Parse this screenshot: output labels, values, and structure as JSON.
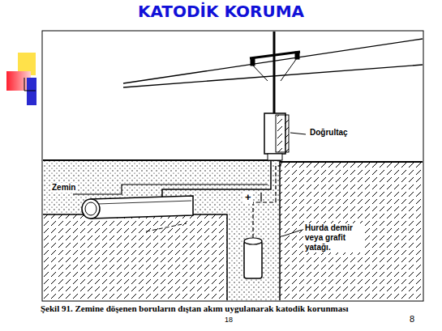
{
  "diagram": {
    "title": "KATODİK KORUMA",
    "caption": "Şekil 91. Zemine döşenen boruların dıştan akım uygulanarak katodik korunması",
    "labels": [
      "Doğrultaç",
      "Zemin",
      "Hurda demir veya grafit yatağı.",
      "+",
      "18",
      "8"
    ]
  }
}
